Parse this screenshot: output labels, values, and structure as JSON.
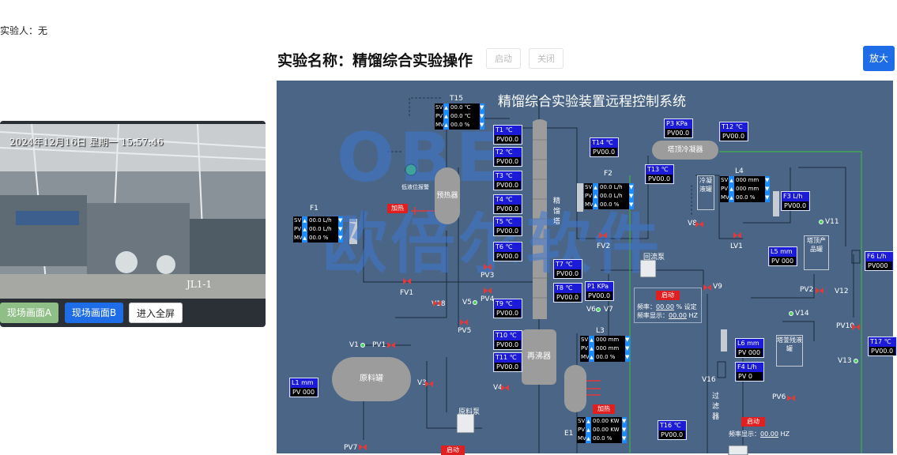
{
  "experimenter": "实验人：无",
  "camera": {
    "timestamp": "2024年12月16日 星期一 15:57:46",
    "tag": "JL1-1",
    "buttons": {
      "view_a": "现场画面A",
      "view_b": "现场画面B",
      "fullscreen": "进入全屏"
    }
  },
  "header": {
    "title": "实验名称：精馏综合实验操作",
    "start_label": "启动",
    "close_label": "关闭",
    "zoom_label": "放大"
  },
  "scada": {
    "title": "精馏综合实验装置远程控制系统",
    "watermark": "欧倍尔软件",
    "watermark_logo": "OBE",
    "labels": {
      "t15": "T15",
      "f1": "F1",
      "f2": "F2",
      "l3": "L3",
      "l4": "L4",
      "e1": "E1",
      "preheater": "预热器",
      "column": "精馏塔",
      "reboiler": "再沸器",
      "feed_tank": "原料罐",
      "feed_pump": "原料泵",
      "top_condenser": "塔顶冷凝器",
      "condensate": "冷凝液罐",
      "top_product": "塔顶产品罐",
      "bottom_residue": "塔釜残液罐",
      "reflux_pump": "回流泵",
      "filter": "过滤器",
      "level_alarm": "低液位报警",
      "heat1": "加热",
      "heat2": "加热",
      "start1": "启动",
      "start2": "启动",
      "fv1": "FV1",
      "fv2": "FV2",
      "lv1": "LV1",
      "pv1": "PV1",
      "pv2": "PV2",
      "pv3": "PV3",
      "pv4": "PV4",
      "pv5": "PV5",
      "pv6": "PV6",
      "pv7": "PV7",
      "pv10": "PV10",
      "v1": "V1",
      "v3": "V3",
      "v4": "V4",
      "v5": "V5",
      "v6": "V6",
      "v7": "V7",
      "v8": "V8",
      "v9": "V9",
      "v11": "V11",
      "v12": "V12",
      "v13": "V13",
      "v14": "V14",
      "v16": "V16",
      "v18": "V18"
    },
    "freq1": {
      "freq_label": "频率：",
      "freq_value": "00.00",
      "unit": "%",
      "set": "设定",
      "disp_label": "频率显示：",
      "disp_value": "00.00",
      "hz": "HZ"
    },
    "freq2": {
      "disp_label": "频率显示：",
      "disp_value": "00.00",
      "hz": "HZ"
    },
    "sensors": [
      {
        "id": "t1",
        "title": "T1 ℃",
        "value": "PV00.0"
      },
      {
        "id": "t2",
        "title": "T2 ℃",
        "value": "PV00.0"
      },
      {
        "id": "t3",
        "title": "T3 ℃",
        "value": "PV00.0"
      },
      {
        "id": "t4",
        "title": "T4 ℃",
        "value": "PV00.0"
      },
      {
        "id": "t5",
        "title": "T5 ℃",
        "value": "PV00.0"
      },
      {
        "id": "t6",
        "title": "T6 ℃",
        "value": "PV00.0"
      },
      {
        "id": "t7",
        "title": "T7 ℃",
        "value": "PV00.0"
      },
      {
        "id": "t8",
        "title": "T8 ℃",
        "value": "PV00.0"
      },
      {
        "id": "t9",
        "title": "T9 ℃",
        "value": "PV00.0"
      },
      {
        "id": "t10",
        "title": "T10 ℃",
        "value": "PV00.0"
      },
      {
        "id": "t11",
        "title": "T11 ℃",
        "value": "PV00.0"
      },
      {
        "id": "t12",
        "title": "T12 ℃",
        "value": "PV00.0"
      },
      {
        "id": "t13",
        "title": "T13 ℃",
        "value": "PV00.0"
      },
      {
        "id": "t14",
        "title": "T14 ℃",
        "value": "PV00.0"
      },
      {
        "id": "t16",
        "title": "T16 ℃",
        "value": "PV00.0"
      },
      {
        "id": "t17",
        "title": "T17 ℃",
        "value": "PV00.0"
      },
      {
        "id": "p1",
        "title": "P1 KPa",
        "value": "PV00.0"
      },
      {
        "id": "p3",
        "title": "P3 KPa",
        "value": "PV00.0"
      },
      {
        "id": "f3",
        "title": "F3 L/h",
        "value": "PV00.0"
      },
      {
        "id": "f4",
        "title": "F4 L/h",
        "value": "PV 0"
      },
      {
        "id": "f6",
        "title": "F6 L/h",
        "value": "PV000"
      },
      {
        "id": "l1",
        "title": "L1 mm",
        "value": "PV 000"
      },
      {
        "id": "l5",
        "title": "L5 mm",
        "value": "PV 000"
      },
      {
        "id": "l6",
        "title": "L6 mm",
        "value": "PV 000"
      }
    ],
    "controllers": [
      {
        "id": "c-t15",
        "sv": "00.0 ℃",
        "pv": "00.0 ℃",
        "mv": "00.0 %"
      },
      {
        "id": "c-f1",
        "sv": "00.0 L/h",
        "pv": "00.0 L/h",
        "mv": "00.0 %"
      },
      {
        "id": "c-f2",
        "sv": "00.0 L/h",
        "pv": "00.0 L/h",
        "mv": "00.0 %"
      },
      {
        "id": "c-l4",
        "sv": "000 mm",
        "pv": "000 mm",
        "mv": "00.0 %"
      },
      {
        "id": "c-l3",
        "sv": "000 mm",
        "pv": "000 mm",
        "mv": "00.0 %"
      },
      {
        "id": "c-e1",
        "sv": "00.00 KW",
        "pv": "00.00 KW",
        "mv": "00.0 %"
      }
    ],
    "colors": {
      "background": "#4a6586",
      "vessel": "#9c9c9c",
      "sensor": "#1b1bd8",
      "alarm": "#e02020"
    }
  }
}
